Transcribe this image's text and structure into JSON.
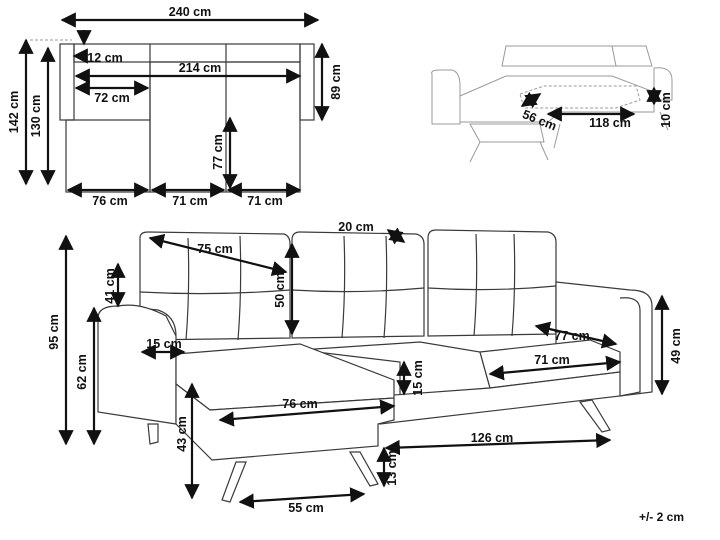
{
  "top_view": {
    "overall_width": "240 cm",
    "overall_depth": "142 cm",
    "inner_depth": "130 cm",
    "armrest_width": "12 cm",
    "seat_width": "214 cm",
    "chaise_seat_width": "72 cm",
    "back_depth": "89 cm",
    "seat_depth": "77 cm",
    "chaise_width": "76 cm",
    "section_a": "71 cm",
    "section_b": "71 cm"
  },
  "sleeper_view": {
    "bed_depth": "56 cm",
    "bed_width": "118 cm",
    "bed_height": "10 cm"
  },
  "front_view": {
    "total_height": "95 cm",
    "back_cushion_height": "41 cm",
    "chaise_cushion_height": "62 cm",
    "leg_clearance": "43 cm",
    "leg_height": "13 cm",
    "cushion_width": "75 cm",
    "back_cushion_depth": "20 cm",
    "back_cushion_vertical": "50 cm",
    "arm_depth": "15 cm",
    "seat_cushion_thickness": "15 cm",
    "chaise_seat_width": "76 cm",
    "leg_span": "55 cm",
    "base_length": "126 cm",
    "right_seat_depth": "77 cm",
    "right_seat_width": "71 cm",
    "arm_height": "49 cm"
  },
  "tolerance": "+/- 2 cm"
}
